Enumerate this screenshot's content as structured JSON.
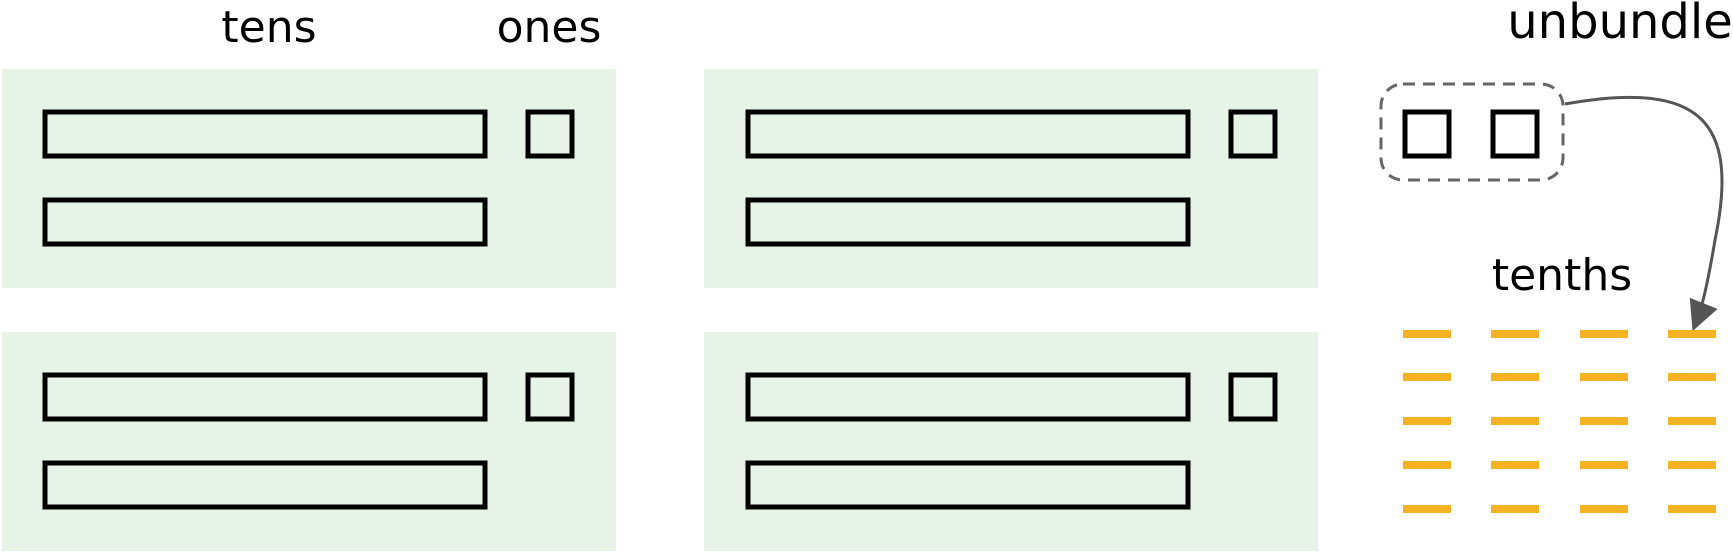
{
  "labels": {
    "tens": "tens",
    "ones": "ones",
    "unbundle": "unbundle",
    "tenths": "tenths"
  },
  "groups": [
    {
      "tens": 2,
      "ones": 1
    },
    {
      "tens": 2,
      "ones": 1
    },
    {
      "tens": 2,
      "ones": 1
    },
    {
      "tens": 2,
      "ones": 1
    }
  ],
  "unbundled_ones": 2,
  "tenths_count": 20,
  "colors": {
    "panel": "#e8f3e8",
    "block_stroke": "#000000",
    "tenth": "#f5b324",
    "arrow": "#555555",
    "dashed": "#666666"
  }
}
